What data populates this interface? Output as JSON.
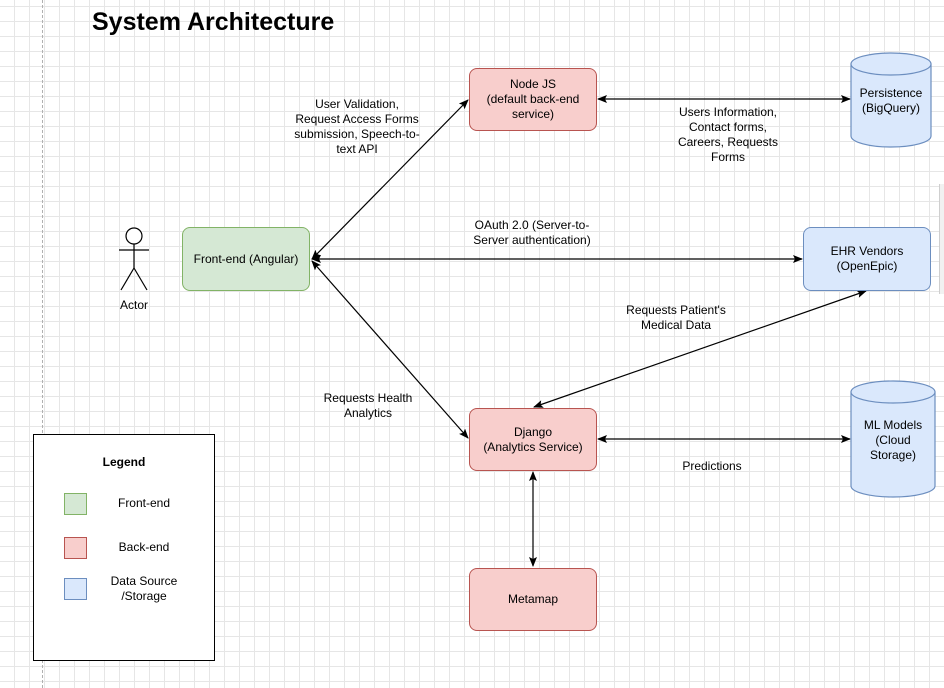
{
  "title": "System Architecture",
  "actor": {
    "label": "Actor"
  },
  "nodes": {
    "frontend": "Front-end (Angular)",
    "nodejs": "Node JS\n(default back-end\nservice)",
    "django": "Django\n(Analytics Service)",
    "metamap": "Metamap",
    "persistence": "Persistence\n(BigQuery)",
    "ehr": "EHR Vendors\n(OpenEpic)",
    "ml": "ML Models\n(Cloud\nStorage)"
  },
  "edge_labels": {
    "fe_node": "User Validation,\nRequest Access Forms\nsubmission, Speech-to-\ntext API",
    "node_persist": "Users Information,\nContact forms,\nCareers, Requests\nForms",
    "fe_ehr": "OAuth 2.0 (Server-to-\nServer authentication)",
    "ehr_django": "Requests Patient's\nMedical Data",
    "fe_django": "Requests Health\nAnalytics",
    "django_ml": "Predictions"
  },
  "legend": {
    "title": "Legend",
    "items": [
      {
        "label": "Front-end",
        "color": "#d5e8d4",
        "border": "#82b366"
      },
      {
        "label": "Back-end",
        "color": "#f8cecc",
        "border": "#b85450"
      },
      {
        "label": "Data Source\n/Storage",
        "color": "#dae8fc",
        "border": "#6c8ebf"
      }
    ]
  }
}
